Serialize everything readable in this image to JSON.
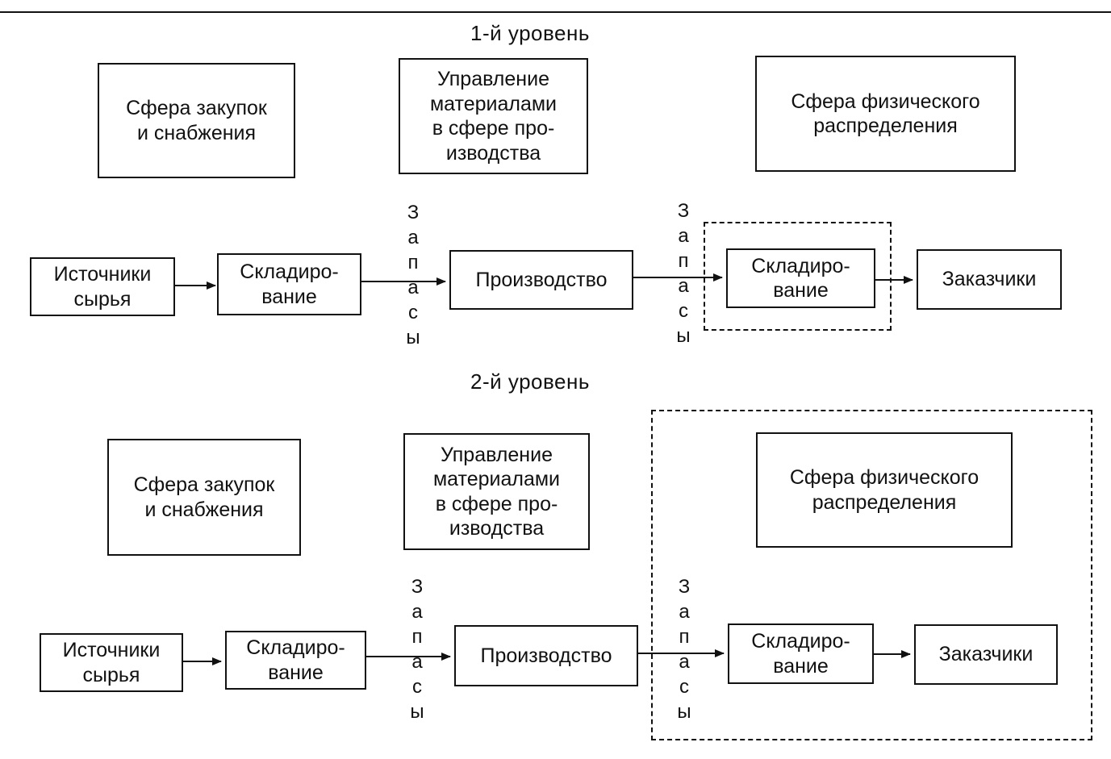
{
  "level1": {
    "title": "1-й уровень",
    "sphere_procurement": "Сфера закупок\nи снабжения",
    "sphere_production": "Управление\nматериалами\nв сфере про-\nизводства",
    "sphere_distribution": "Сфера физического\nраспределения",
    "sources": "Источники\nсырья",
    "storage1": "Складиро-\nвание",
    "production": "Производство",
    "storage2": "Складиро-\nвание",
    "customers": "Заказчики",
    "stock_a": [
      "З",
      "а",
      "п",
      "а",
      "с",
      "ы"
    ],
    "stock_b": [
      "З",
      "а",
      "п",
      "а",
      "с",
      "ы"
    ]
  },
  "level2": {
    "title": "2-й уровень",
    "sphere_procurement": "Сфера закупок\nи снабжения",
    "sphere_production": "Управление\nматериалами\nв сфере про-\nизводства",
    "sphere_distribution": "Сфера физического\nраспределения",
    "sources": "Источники\nсырья",
    "storage1": "Складиро-\nвание",
    "production": "Производство",
    "storage2": "Складиро-\nвание",
    "customers": "Заказчики",
    "stock_a": [
      "З",
      "а",
      "п",
      "а",
      "с",
      "ы"
    ],
    "stock_b": [
      "З",
      "а",
      "п",
      "а",
      "с",
      "ы"
    ]
  }
}
